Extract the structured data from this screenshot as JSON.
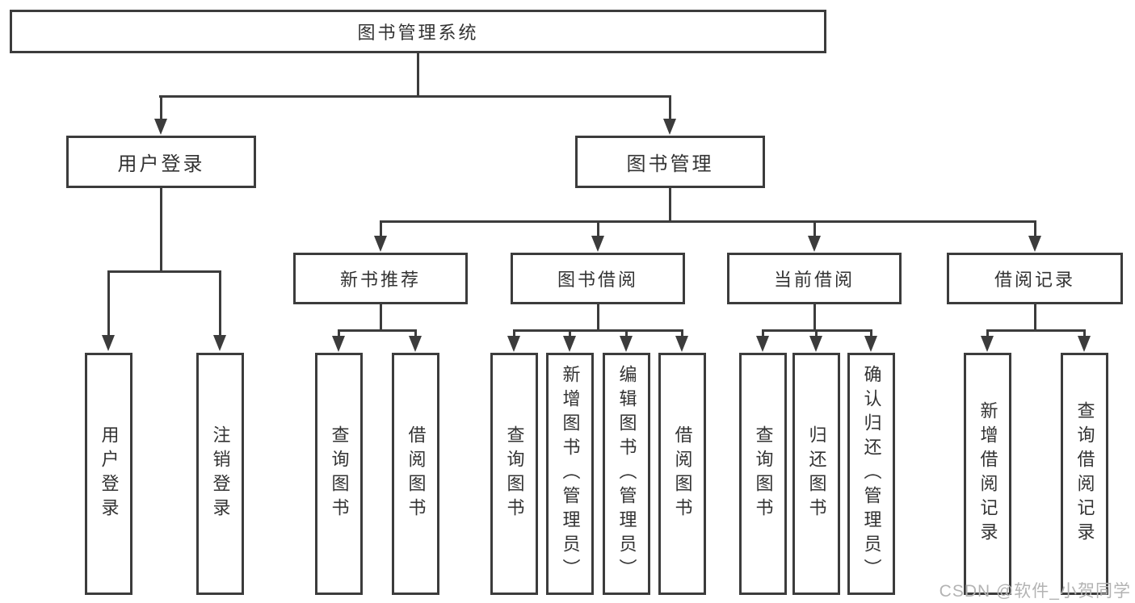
{
  "diagram": {
    "root": {
      "label": "图书管理系统"
    },
    "level2": [
      {
        "id": "user-login",
        "label": "用户登录"
      },
      {
        "id": "book-management",
        "label": "图书管理"
      }
    ],
    "level3": [
      {
        "id": "new-book-recommend",
        "label": "新书推荐"
      },
      {
        "id": "book-borrow",
        "label": "图书借阅"
      },
      {
        "id": "current-borrow",
        "label": "当前借阅"
      },
      {
        "id": "borrow-records",
        "label": "借阅记录"
      }
    ],
    "leaves": {
      "user_login": [
        "用户登录",
        "注销登录"
      ],
      "new_book_recommend": [
        "查询图书",
        "借阅图书"
      ],
      "book_borrow": [
        "查询图书",
        "新增图书（管理员）",
        "编辑图书（管理员）",
        "借阅图书"
      ],
      "current_borrow": [
        "查询图书",
        "归还图书",
        "确认归还（管理员）"
      ],
      "borrow_records": [
        "新增借阅记录",
        "查询借阅记录"
      ]
    }
  },
  "watermark": {
    "text": "CSDN @软件_小贺同学"
  },
  "colors": {
    "line": "#3c3c3c",
    "text": "#333333",
    "watermark": "#b3b3b3",
    "background": "#ffffff"
  }
}
